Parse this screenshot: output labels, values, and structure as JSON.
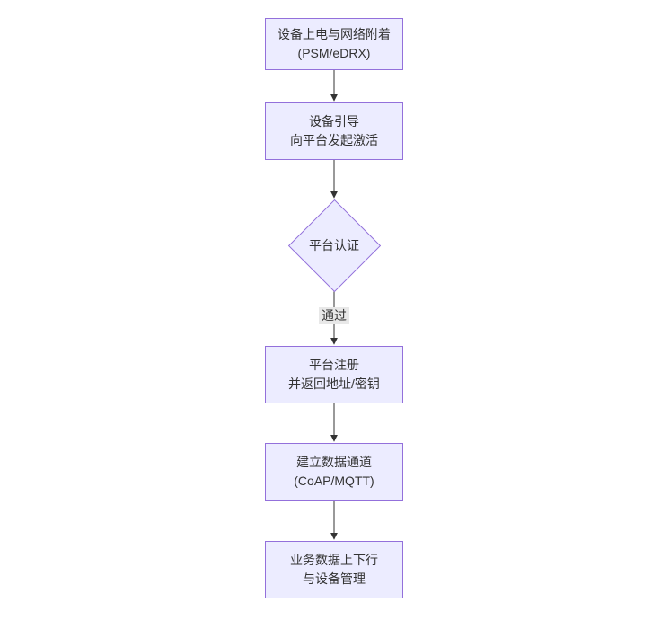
{
  "diagram": {
    "type": "flowchart",
    "direction": "top-down",
    "colors": {
      "node_fill": "#ECECFF",
      "node_border": "#9370DB",
      "edge_color": "#333333",
      "text_color": "#333333",
      "edge_label_bg": "#e8e8e8",
      "background": "#ffffff"
    },
    "nodes": [
      {
        "id": "power-attach",
        "type": "rect",
        "label": "设备上电与网络附着\n(PSM/eDRX)"
      },
      {
        "id": "bootstrap",
        "type": "rect",
        "label": "设备引导\n向平台发起激活"
      },
      {
        "id": "platform-auth",
        "type": "diamond",
        "label": "平台认证"
      },
      {
        "id": "platform-register",
        "type": "rect",
        "label": "平台注册\n并返回地址/密钥"
      },
      {
        "id": "data-channel",
        "type": "rect",
        "label": "建立数据通道\n(CoAP/MQTT)"
      },
      {
        "id": "business-data",
        "type": "rect",
        "label": "业务数据上下行\n与设备管理"
      }
    ],
    "edges": [
      {
        "from": "power-attach",
        "to": "bootstrap",
        "label": ""
      },
      {
        "from": "bootstrap",
        "to": "platform-auth",
        "label": ""
      },
      {
        "from": "platform-auth",
        "to": "platform-register",
        "label": "通过"
      },
      {
        "from": "platform-register",
        "to": "data-channel",
        "label": ""
      },
      {
        "from": "data-channel",
        "to": "business-data",
        "label": ""
      }
    ]
  }
}
